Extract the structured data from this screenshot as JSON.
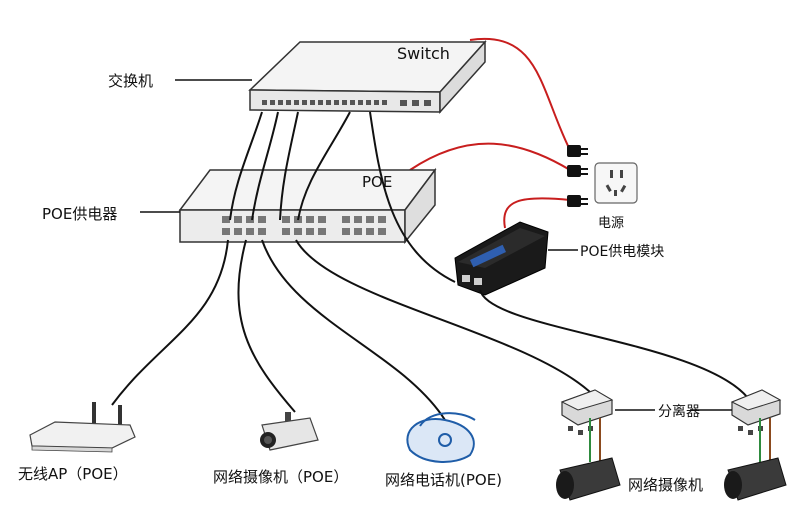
{
  "labels": {
    "switch_text": "Switch",
    "switch_cn": "交换机",
    "poe_text": "POE",
    "poe_supply": "POE供电器",
    "power": "电源",
    "poe_module": "POE供电模块",
    "splitter": "分离器",
    "wireless_ap": "无线AP（POE）",
    "ip_camera_poe": "网络摄像机（POE）",
    "ip_phone_poe": "网络电话机(POE)",
    "ip_camera": "网络摄像机"
  },
  "colors": {
    "power_cable": "#c81e1e",
    "data_cable": "#111111",
    "device_body": "#f2f2f2",
    "device_edge": "#333333",
    "module_body": "#1a1a1a",
    "module_label": "#2f5fb0"
  }
}
